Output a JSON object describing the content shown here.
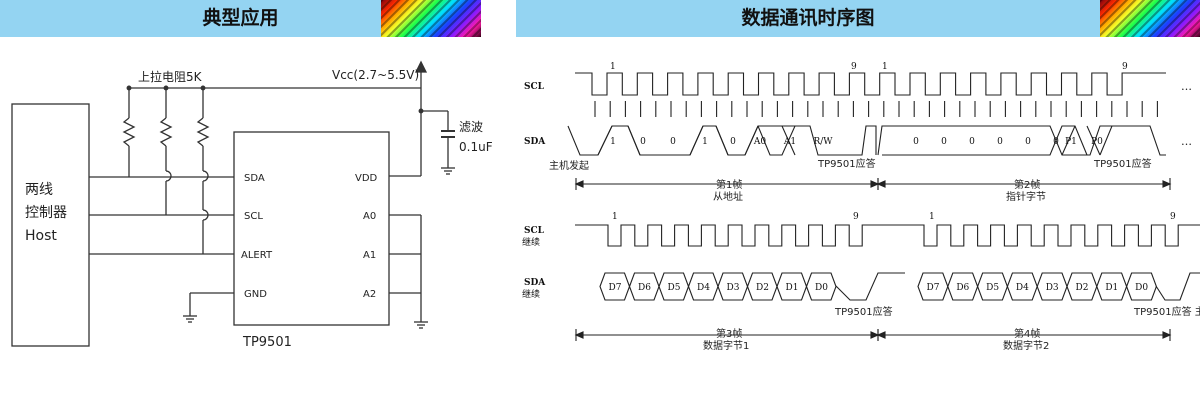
{
  "left": {
    "title": "典型应用",
    "pullup_label": "上拉电阻5K",
    "vcc_label": "Vcc(2.7~5.5V)",
    "filter_label": "滤波",
    "cap_label": "0.1uF",
    "host_line1": "两线",
    "host_line2": "控制器",
    "host_line3": "Host",
    "chip_name": "TP9501",
    "pins_left": [
      "SDA",
      "SCL",
      "ALERT",
      "GND"
    ],
    "pins_right": [
      "VDD",
      "A0",
      "A1",
      "A2"
    ]
  },
  "right": {
    "title": "数据通讯时序图",
    "signal_scl": "SCL",
    "signal_sda": "SDA",
    "signal_scl_cont_1": "SCL",
    "signal_scl_cont_2": "继续",
    "signal_sda_cont_1": "SDA",
    "signal_sda_cont_2": "继续",
    "master_start": "主机发起",
    "ack": "TP9501应答",
    "ack_cut": "TP9501应答 主",
    "clk_1": "1",
    "clk_9": "9",
    "ellipsis": "…",
    "frame1_l1": "第1帧",
    "frame1_l2": "从地址",
    "frame2_l1": "第2帧",
    "frame2_l2": "指针字节",
    "frame3_l1": "第3帧",
    "frame3_l2": "数据字节1",
    "frame4_l1": "第4帧",
    "frame4_l2": "数据字节2",
    "addr_bits": [
      "1",
      "0",
      "0",
      "1",
      "0",
      "A0",
      "A1",
      "R/W"
    ],
    "ptr_bits": [
      "0",
      "0",
      "0",
      "0",
      "0",
      "0",
      "P1",
      "P0"
    ],
    "data_bits": [
      "D7",
      "D6",
      "D5",
      "D4",
      "D3",
      "D2",
      "D1",
      "D0"
    ]
  }
}
